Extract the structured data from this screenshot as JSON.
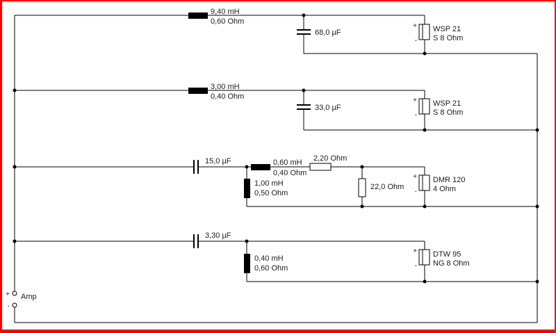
{
  "amp": {
    "label": "Amp",
    "plus_terminal": "+",
    "minus_terminal": "-"
  },
  "b1": {
    "ind_value": "9,40 mH",
    "ind_res": "0,60 Ohm",
    "cap_value": "68,0 µF",
    "spk_name": "WSP 21",
    "spk_imp": "S 8 Ohm",
    "spk_plus": "+",
    "spk_minus": "-"
  },
  "b2": {
    "ind_value": "3,00 mH",
    "ind_res": "0,40 Ohm",
    "cap_value": "33,0 µF",
    "spk_name": "WSP 21",
    "spk_imp": "S 8 Ohm",
    "spk_plus": "+",
    "spk_minus": "-"
  },
  "b3": {
    "cap_value": "15,0 µF",
    "ind1_value": "0,60 mH",
    "ind1_res": "0,40 Ohm",
    "res1_value": "2,20 Ohm",
    "ind2_value": "1,00 mH",
    "ind2_res": "0,50 Ohm",
    "res2_value": "22,0 Ohm",
    "spk_name": "DMR 120",
    "spk_imp": "4 Ohm",
    "spk_plus": "+",
    "spk_minus": "-"
  },
  "b4": {
    "cap_value": "3,30 µF",
    "ind_value": "0,40 mH",
    "ind_res": "0,60 Ohm",
    "spk_name": "DTW 95",
    "spk_imp": "NG 8 Ohm",
    "spk_plus": "+",
    "spk_minus": "-"
  },
  "colors": {
    "border": "#ff0000",
    "line": "#000000",
    "background": "#ffffff"
  }
}
